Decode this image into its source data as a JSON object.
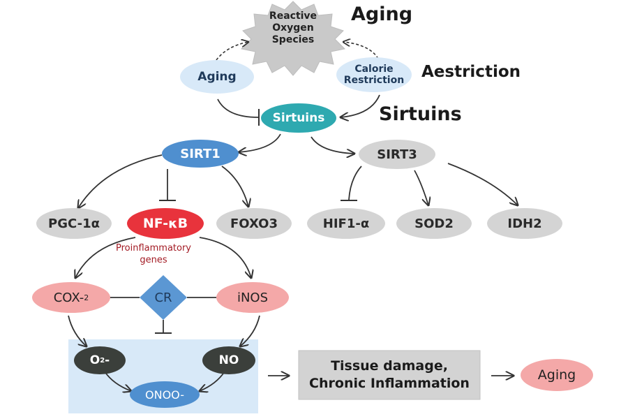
{
  "nodes": {
    "ros": "Reactive\nOxygen\nSpecies",
    "aging_top": "Aging",
    "calorie": "Calorie\nRestriction",
    "sirtuins": "Sirtuins",
    "sirt1": "SIRT1",
    "sirt3": "SIRT3",
    "pgc": "PGC-1α",
    "nfkb": "NF-κB",
    "foxo3": "FOXO3",
    "hif": "HIF1-α",
    "sod2": "SOD2",
    "idh2": "IDH2",
    "proinflammatory": "Proinflammatory\ngenes",
    "cox": "COX-",
    "cox_sub": "2",
    "cr": "CR",
    "inos": "iNOS",
    "o2": "O",
    "o2_sub": "2",
    "o2_suffix": "-",
    "no": "NO",
    "onoo": "ONOO-",
    "tissue": "Tissue damage,\nChronic Inflammation",
    "aging_final": "Aging"
  },
  "headings": {
    "aging": "Aging",
    "aestriction": "Aestriction",
    "sirtuins": "Sirtuins"
  },
  "colors": {
    "gray": "#d4d4d4",
    "blue": "#4f8fcf",
    "teal": "#2ea9b0",
    "red": "#e8333c",
    "pink": "#f4a8a8",
    "dark": "#3b3f3b",
    "box": "#d8e9f8"
  }
}
